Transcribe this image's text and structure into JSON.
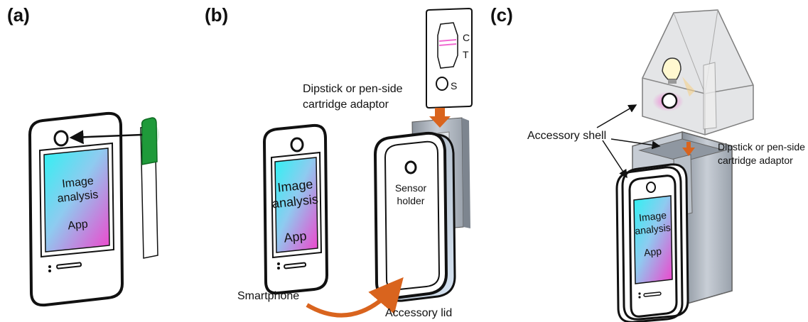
{
  "panels": {
    "a": {
      "label": "(a)"
    },
    "b": {
      "label": "(b)"
    },
    "c": {
      "label": "(c)"
    }
  },
  "app_screen": {
    "line1": "Image",
    "line2": "analysis",
    "line3": "App"
  },
  "labels": {
    "dipstick_b_line1": "Dipstick or pen-side",
    "dipstick_b_line2": "cartridge adaptor",
    "sensor_holder_line1": "Sensor",
    "sensor_holder_line2": "holder",
    "smartphone": "Smartphone",
    "accessory_lid": "Accessory lid",
    "accessory_shell": "Accessory shell",
    "dipstick_c_line1": "Dipstick or pen-side",
    "dipstick_c_line2": "cartridge adaptor"
  },
  "cartridge": {
    "c": "C",
    "t": "T",
    "s": "S"
  },
  "colors": {
    "accent_orange": "#d9641e",
    "strip_green": "#1f9a3a",
    "gray_metal": "#b5bcc6",
    "pink_light": "#f06ad0"
  }
}
